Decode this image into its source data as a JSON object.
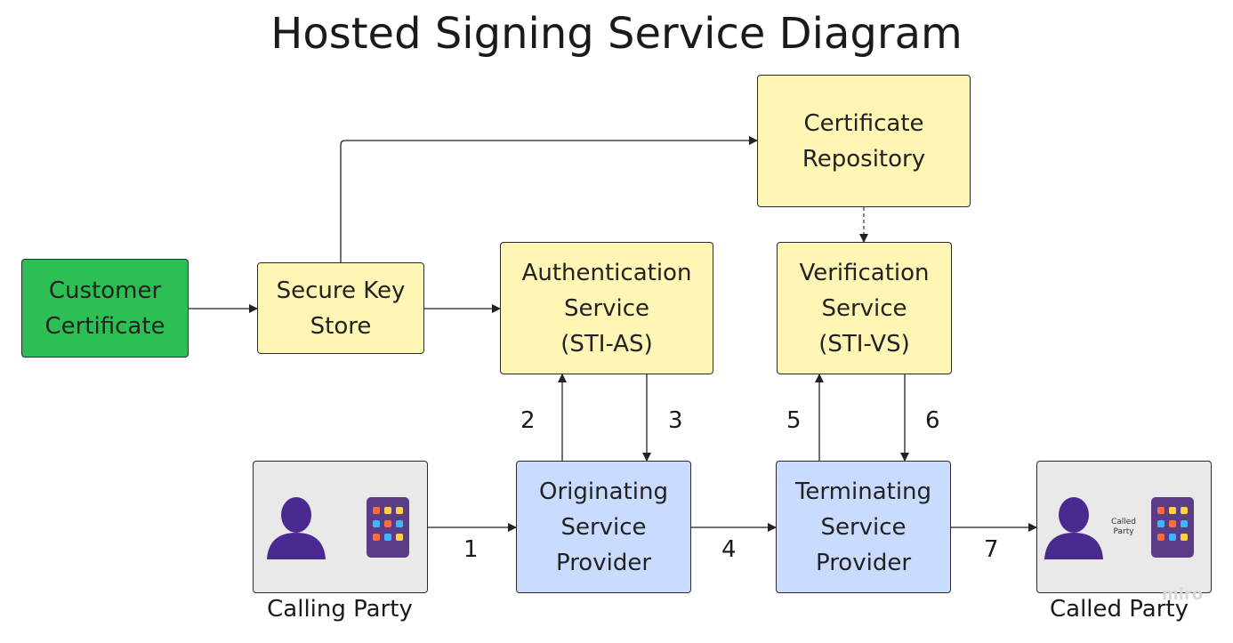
{
  "title": "Hosted Signing Service Diagram",
  "nodes": {
    "customer_certificate": [
      "Customer",
      "Certificate"
    ],
    "secure_key_store": [
      "Secure Key",
      "Store"
    ],
    "certificate_repository": [
      "Certificate",
      "Repository"
    ],
    "authentication_service": [
      "Authentication",
      "Service",
      "(STI-AS)"
    ],
    "verification_service": [
      "Verification",
      "Service",
      "(STI-VS)"
    ],
    "originating_provider": [
      "Originating",
      "Service",
      "Provider"
    ],
    "terminating_provider": [
      "Terminating",
      "Service",
      "Provider"
    ]
  },
  "step_numbers": [
    "1",
    "2",
    "3",
    "4",
    "5",
    "6",
    "7"
  ],
  "captions": {
    "calling_party": "Calling Party",
    "called_party": "Called Party",
    "called_party_small": [
      "Called",
      "Party"
    ]
  },
  "watermark": "miro",
  "colors": {
    "yellow": "#fff6b5",
    "green": "#2dbe54",
    "blue": "#c9dcff",
    "gray": "#e9e9e9",
    "person": "#4b2a8f"
  },
  "icons": [
    "person-icon",
    "phone-app-grid-icon"
  ]
}
